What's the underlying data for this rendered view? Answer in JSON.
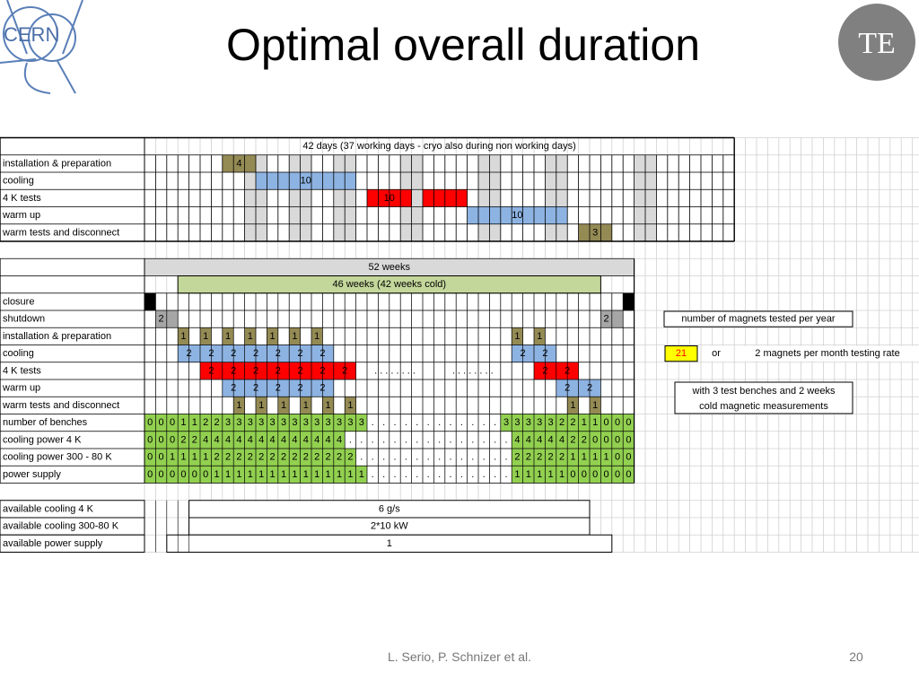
{
  "slide": {
    "title": "Optimal overall duration",
    "logo_left_text": "CERN",
    "logo_right_text": "TE",
    "footer_authors": "L. Serio, P. Schnizer et al.",
    "page_number": "20"
  },
  "colors": {
    "olive": "#948a54",
    "blue": "#8db3e2",
    "red": "#ff0000",
    "grey": "#d9d9d9",
    "darkgrey": "#a6a6a6",
    "green": "#92d050",
    "lightgreen": "#c4d79b",
    "yellow": "#ffff00",
    "black": "#000000",
    "gridline": "#d0d0d0"
  },
  "table1": {
    "header": "42 days (37 working days - cryo also during non working days)",
    "weekend_columns": [
      9,
      10,
      13,
      14,
      17,
      18,
      23,
      24,
      30,
      31,
      36,
      37,
      44,
      45
    ],
    "rows": [
      {
        "label": "installation & preparation",
        "bars": [
          {
            "start": 7,
            "end": 10,
            "color": "olive",
            "text": "4"
          }
        ]
      },
      {
        "label": "cooling",
        "bars": [
          {
            "start": 10,
            "end": 19,
            "color": "blue",
            "text": "10"
          }
        ]
      },
      {
        "label": "4 K tests",
        "bars": [
          {
            "start": 20,
            "end": 24,
            "color": "red",
            "text": "10"
          },
          {
            "start": 25,
            "end": 29,
            "color": "red",
            "text": ""
          }
        ]
      },
      {
        "label": "warm up",
        "bars": [
          {
            "start": 29,
            "end": 38,
            "color": "blue",
            "text": "10"
          }
        ]
      },
      {
        "label": "warm tests and disconnect",
        "bars": [
          {
            "start": 39,
            "end": 42,
            "color": "olive",
            "text": "3"
          }
        ]
      }
    ]
  },
  "table2": {
    "header": "52 weeks",
    "subheader": "46 weeks (42 weeks cold)",
    "row_labels": {
      "closure": "closure",
      "shutdown": "shutdown",
      "installation": "installation & preparation",
      "cooling": "cooling",
      "tests4k": "4 K tests",
      "warmup": "warm up",
      "warmtests": "warm tests and disconnect",
      "benches": "number of benches",
      "cp4k": "cooling power 4 K",
      "cp300": "cooling power 300 - 80 K",
      "power": "power supply"
    },
    "shutdown_value": "2",
    "installation_value": "1",
    "cooling_value": "2",
    "tests4k_value": "2",
    "warmup_value": "2",
    "warmtests_value": "1",
    "gap_dots": ". . . . . . . .",
    "sequences": {
      "benches_start": [
        "0",
        "0",
        "0",
        "1",
        "1",
        "2",
        "2",
        "3",
        "3",
        "3",
        "3",
        "3",
        "3",
        "3",
        "3",
        "3",
        "3",
        "3",
        "3",
        "3"
      ],
      "benches_end": [
        "3",
        "3",
        "3",
        "3",
        "3",
        "2",
        "2",
        "1",
        "1",
        "0",
        "0",
        "0"
      ],
      "cp4k_start": [
        "0",
        "0",
        "0",
        "2",
        "2",
        "4",
        "4",
        "4",
        "4",
        "4",
        "4",
        "4",
        "4",
        "4",
        "4",
        "4",
        "4",
        "4"
      ],
      "cp4k_end": [
        "4",
        "4",
        "4",
        "4",
        "4",
        "2",
        "2",
        "0",
        "0",
        "0",
        "0"
      ],
      "cp300_start": [
        "0",
        "0",
        "1",
        "1",
        "1",
        "1",
        "2",
        "2",
        "2",
        "2",
        "2",
        "2",
        "2",
        "2",
        "2",
        "2",
        "2",
        "2",
        "2"
      ],
      "cp300_end": [
        "2",
        "2",
        "2",
        "2",
        "2",
        "1",
        "1",
        "1",
        "1",
        "0",
        "0"
      ],
      "power_start": [
        "0",
        "0",
        "0",
        "0",
        "0",
        "0",
        "1",
        "1",
        "1",
        "1",
        "1",
        "1",
        "1",
        "1",
        "1",
        "1",
        "1",
        "1",
        "1",
        "1"
      ],
      "power_end": [
        "1",
        "1",
        "1",
        "1",
        "1",
        "0",
        "0",
        "0",
        "0",
        "0",
        "0"
      ]
    },
    "side_notes": {
      "magnets_label": "number of magnets tested per year",
      "magnets_value": "21",
      "or": "or",
      "rate": "2 magnets per month testing rate",
      "benches_note_line1": "with 3 test benches and 2 weeks",
      "benches_note_line2": "cold magnetic measurements"
    }
  },
  "table3": {
    "rows": [
      {
        "label": "available cooling 4 K",
        "value": "6 g/s"
      },
      {
        "label": "available cooling 300-80 K",
        "value": "2*10 kW"
      },
      {
        "label": "available power supply",
        "value": "1"
      }
    ]
  }
}
